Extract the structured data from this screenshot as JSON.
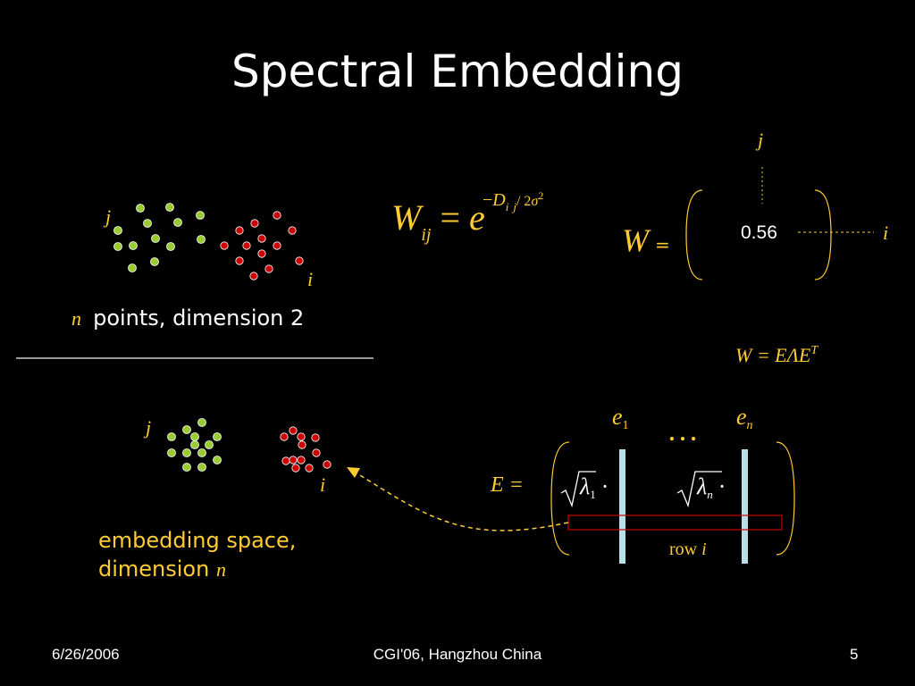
{
  "slide": {
    "title": "Spectral Embedding"
  },
  "top_panel": {
    "label_j": "j",
    "label_i": "i",
    "caption_var": "n",
    "caption_text": "points, dimension 2"
  },
  "bottom_panel": {
    "label_j": "j",
    "label_i": "i",
    "caption_line1": "embedding space,",
    "caption_line2": "dimension",
    "caption_var": "n"
  },
  "formula_w": {
    "lhs": "W",
    "lhs_sub": "ij",
    "equals": "=",
    "base": "e",
    "exp_minus": "−",
    "exp_D": "D",
    "exp_sub_i": "i",
    "exp_sub_j": "j",
    "exp_div": "/ 2",
    "exp_sigma": "σ",
    "exp_sigma_pow": "2"
  },
  "matrix_w": {
    "lhs": "W",
    "equals": "=",
    "value": "0.56",
    "col_label": "j",
    "row_label": "i"
  },
  "decomposition": {
    "text": "W = EΛE",
    "sup": "T"
  },
  "matrix_e": {
    "lhs": "E =",
    "e1": "e",
    "e1_sub": "1",
    "en": "e",
    "en_sub": "n",
    "dots": "…",
    "lambda": "λ",
    "lambda1_sub": "1",
    "lambdan_sub": "n",
    "dot_op": "·",
    "row_label": "row",
    "row_var": "i"
  },
  "footer": {
    "date": "6/26/2006",
    "venue": "CGI'06, Hangzhou China",
    "page": "5"
  },
  "colors": {
    "background": "#000000",
    "text": "#ffffff",
    "accent": "#ffcc33",
    "green_point": "#99cc33",
    "red_point": "#cc0000",
    "eigen_bar": "#b8e0ea",
    "row_box": "#cc0000"
  }
}
